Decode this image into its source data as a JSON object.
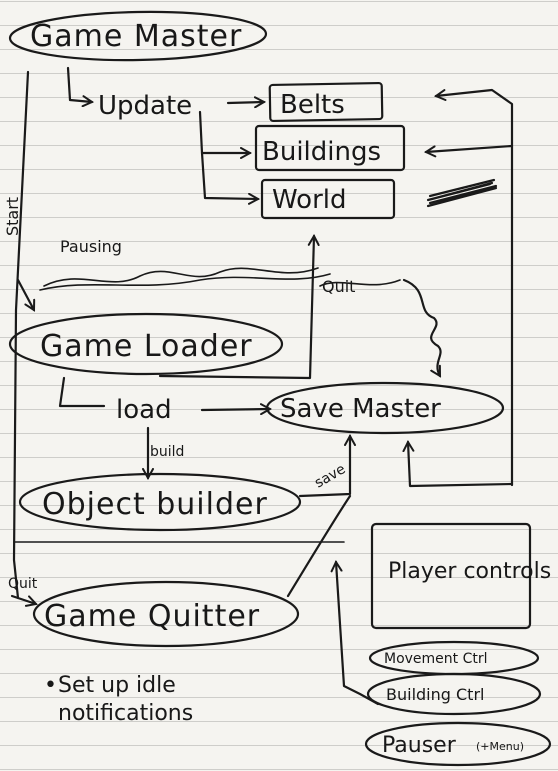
{
  "nodes": {
    "game_master": "Game Master",
    "update": "Update",
    "belts": "Belts",
    "buildings": "Buildings",
    "world": "World",
    "game_loader": "Game Loader",
    "load": "load",
    "save_master": "Save Master",
    "object_builder": "Object builder",
    "game_quitter": "Game Quitter",
    "player_controls": "Player controls",
    "movement_ctrl": "Movement Ctrl",
    "building_ctrl": "Building Ctrl",
    "pauser": "Pauser",
    "pauser_note": "(+Menu)"
  },
  "labels": {
    "start": "Start",
    "pausing": "Pausing",
    "quit_upper": "Quit",
    "build": "build",
    "save": "save",
    "quit_lower": "Quit",
    "idle_line1": "Set up idle",
    "idle_line2": "notifications"
  }
}
